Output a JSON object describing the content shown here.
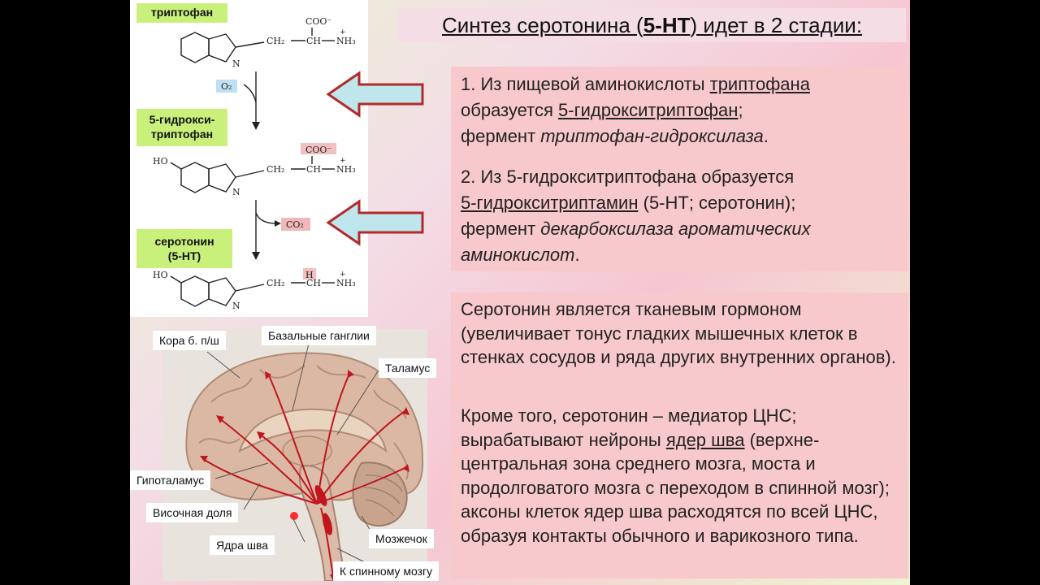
{
  "chemistry": {
    "labels": {
      "tryptophan": "триптофан",
      "hydroxy_line1": "5-гидрокси-",
      "hydroxy_line2": "триптофан",
      "serotonin_line1": "серотонин",
      "serotonin_line2": "(5-НТ)"
    },
    "reagents": {
      "o2": "O₂",
      "co2": "CO₂"
    },
    "groups": {
      "coo": "COO⁻",
      "ch": "CH",
      "nh3": "NH₃",
      "ch2": "CH₂",
      "ho": "HO",
      "n": "N",
      "h": "H",
      "plus": "+"
    }
  },
  "title": {
    "prefix": "Синтез серотонина (",
    "bold": "5-НТ",
    "suffix": ") идет в 2 стадии:"
  },
  "box1": {
    "p1": {
      "a": "1. Из пищевой аминокислоты ",
      "b": "триптофана",
      "c": "образуется ",
      "d": "5-гидрокситриптофан",
      "e": ";",
      "f": "фермент ",
      "g": "триптофан-гидроксилаза",
      "h": "."
    },
    "p2": {
      "a": "2. Из 5-гидрокситриптофана образуется",
      "b": "5-гидрокситриптамин",
      "c": " (5-НТ; серотонин);",
      "d": "фермент ",
      "e": "декарбоксилаза ароматических",
      "f": "аминокислот",
      "g": "."
    }
  },
  "box2": {
    "p1": "Серотонин является тканевым гормоном (увеличивает тонус гладких мышечных клеток в стенках сосудов и ряда других внутренних органов).",
    "p2a": "Кроме того, серотонин – медиатор ЦНС; вырабатывают нейроны ",
    "p2b": "ядер шва",
    "p2c": " (верхне-центральная зона среднего мозга, моста и продолговатого мозга с переходом в спинной мозг); аксоны клеток ядер шва расходятся по всей ЦНС, образуя контакты обычного и варикозного типа."
  },
  "brain_labels": {
    "cortex": "Кора б. п/ш",
    "basal": "Базальные ганглии",
    "thalamus": "Таламус",
    "hypothalamus": "Гипоталамус",
    "temporal": "Височная доля",
    "raphe": "Ядра шва",
    "cerebellum": "Мозжечок",
    "spinal": "К спинному мозгу"
  }
}
